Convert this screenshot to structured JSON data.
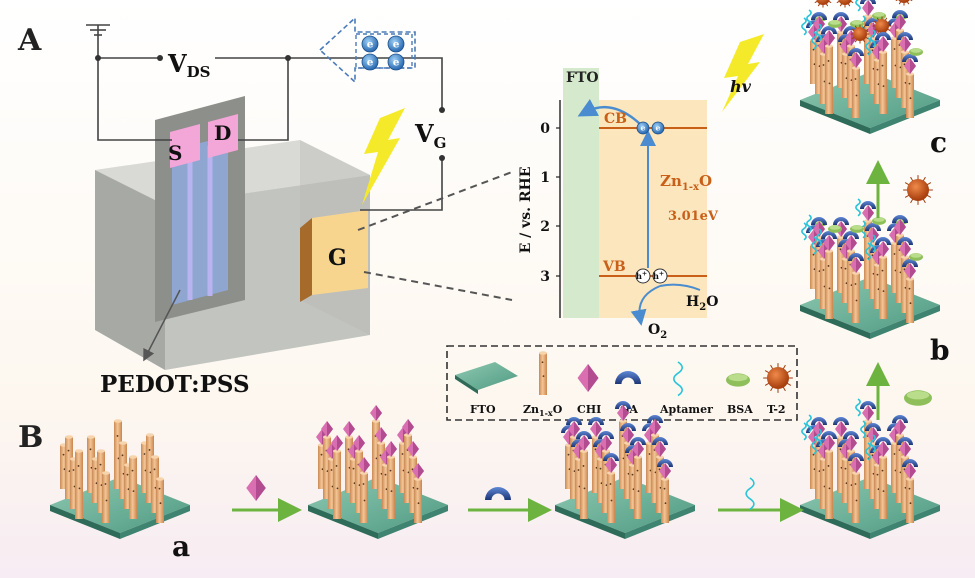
{
  "panels": {
    "A": "A",
    "B": "B"
  },
  "device": {
    "vds_main": "V",
    "vds_sub": "DS",
    "vg_main": "V",
    "vg_sub": "G",
    "source": "S",
    "drain": "D",
    "gate": "G",
    "pedot": "PEDOT:PSS",
    "electron": "e"
  },
  "band": {
    "fto": "FTO",
    "hv": "hv",
    "cb": "CB",
    "vb": "VB",
    "material_main": "Zn",
    "material_sub": "1-x",
    "material_end": "O",
    "gap": "3.01eV",
    "ylabel": "E / vs. RHE",
    "ticks": [
      "0",
      "1",
      "2",
      "3"
    ],
    "water": "H",
    "water_sub": "2",
    "water_end": "O",
    "oxygen": "O",
    "oxygen_sub": "2",
    "hole": "h",
    "hole_sup": "+"
  },
  "legend": {
    "fto": "FTO",
    "zno_main": "Zn",
    "zno_sub": "1-x",
    "zno_end": "O",
    "chi": "CHI",
    "ga": "GA",
    "aptamer": "Aptamer",
    "bsa": "BSA",
    "t2": "T-2"
  },
  "steps": {
    "a": "a",
    "b": "b",
    "c": "c"
  },
  "colors": {
    "arrow_green": "#6db33f",
    "rod": "#e8b07a",
    "chi": "#d96fb0",
    "ga": "#2e4f9c",
    "aptamer": "#29c4d9",
    "bsa": "#8fbf5a",
    "t2": "#c8551f",
    "substrate": "#3f8f78",
    "band_orange": "#c8601a"
  }
}
